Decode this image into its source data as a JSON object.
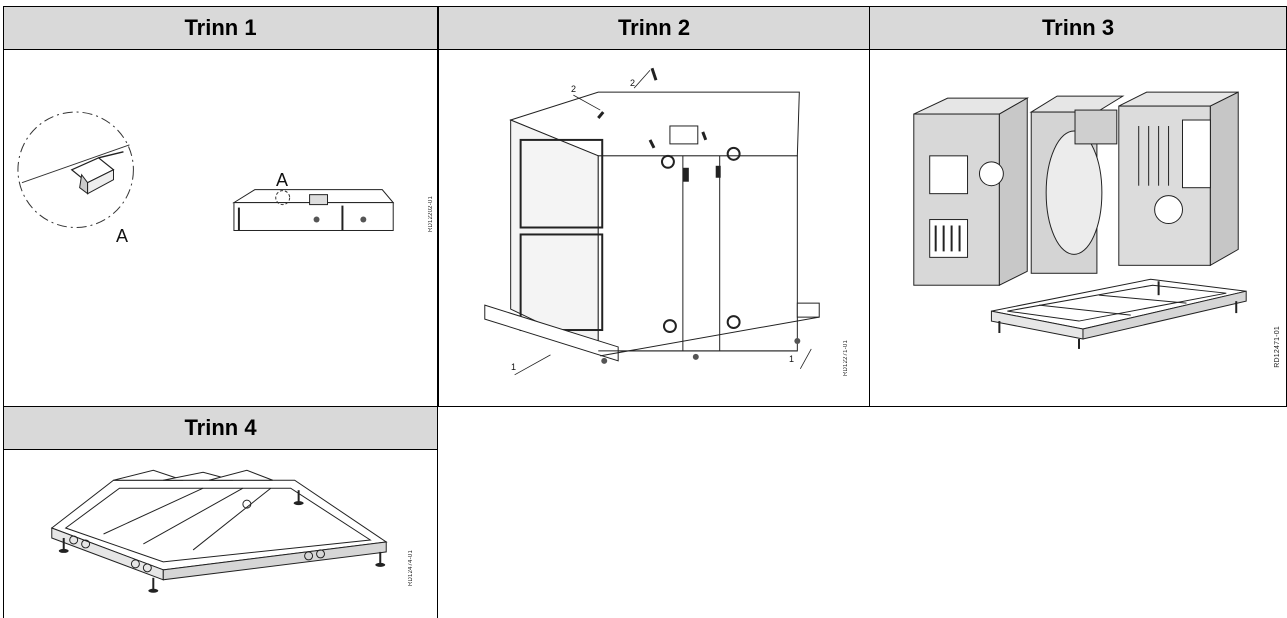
{
  "steps": [
    {
      "title": "Trinn 1",
      "callouts": [
        "A",
        "A"
      ],
      "ref": "RD12202-01"
    },
    {
      "title": "Trinn 2",
      "callouts": [
        "2",
        "2",
        "1",
        "1"
      ],
      "ref": "RD12271-01"
    },
    {
      "title": "Trinn 3",
      "ref": "RD12471-01"
    },
    {
      "title": "Trinn 4",
      "ref": "RD12474-01"
    }
  ]
}
